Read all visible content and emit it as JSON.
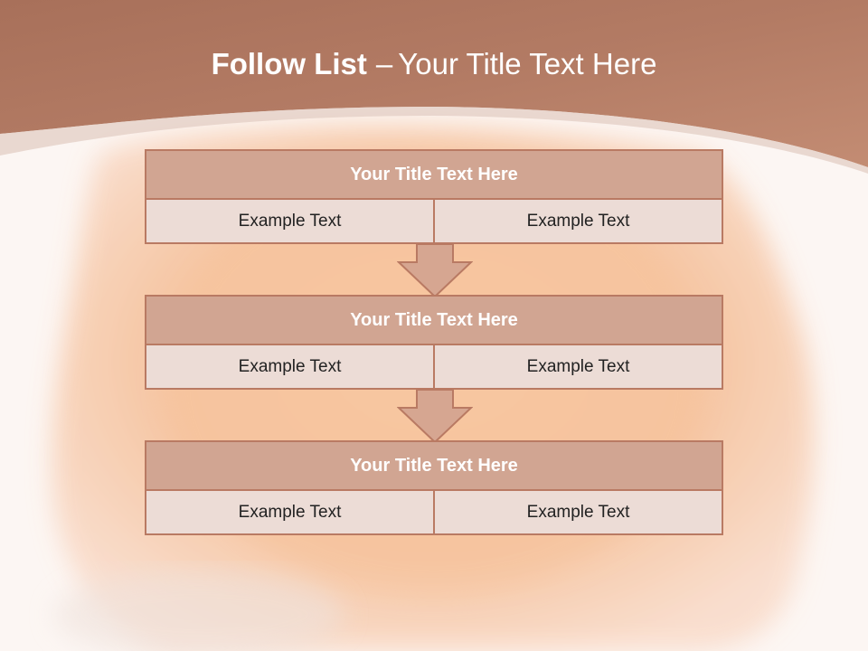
{
  "slide": {
    "title_bold": "Follow List",
    "title_sep": "–",
    "title_rest": "Your Title Text Here"
  },
  "steps": [
    {
      "title": "Your Title Text Here",
      "left": "Example Text",
      "right": "Example Text"
    },
    {
      "title": "Your Title Text Here",
      "left": "Example Text",
      "right": "Example Text"
    },
    {
      "title": "Your Title Text Here",
      "left": "Example Text",
      "right": "Example Text"
    }
  ],
  "colors": {
    "header": "#b07a64",
    "title_bar": "#d1a592",
    "cell": "#ecdcd6",
    "border": "#b97a63",
    "arrow": "#d6a691"
  }
}
